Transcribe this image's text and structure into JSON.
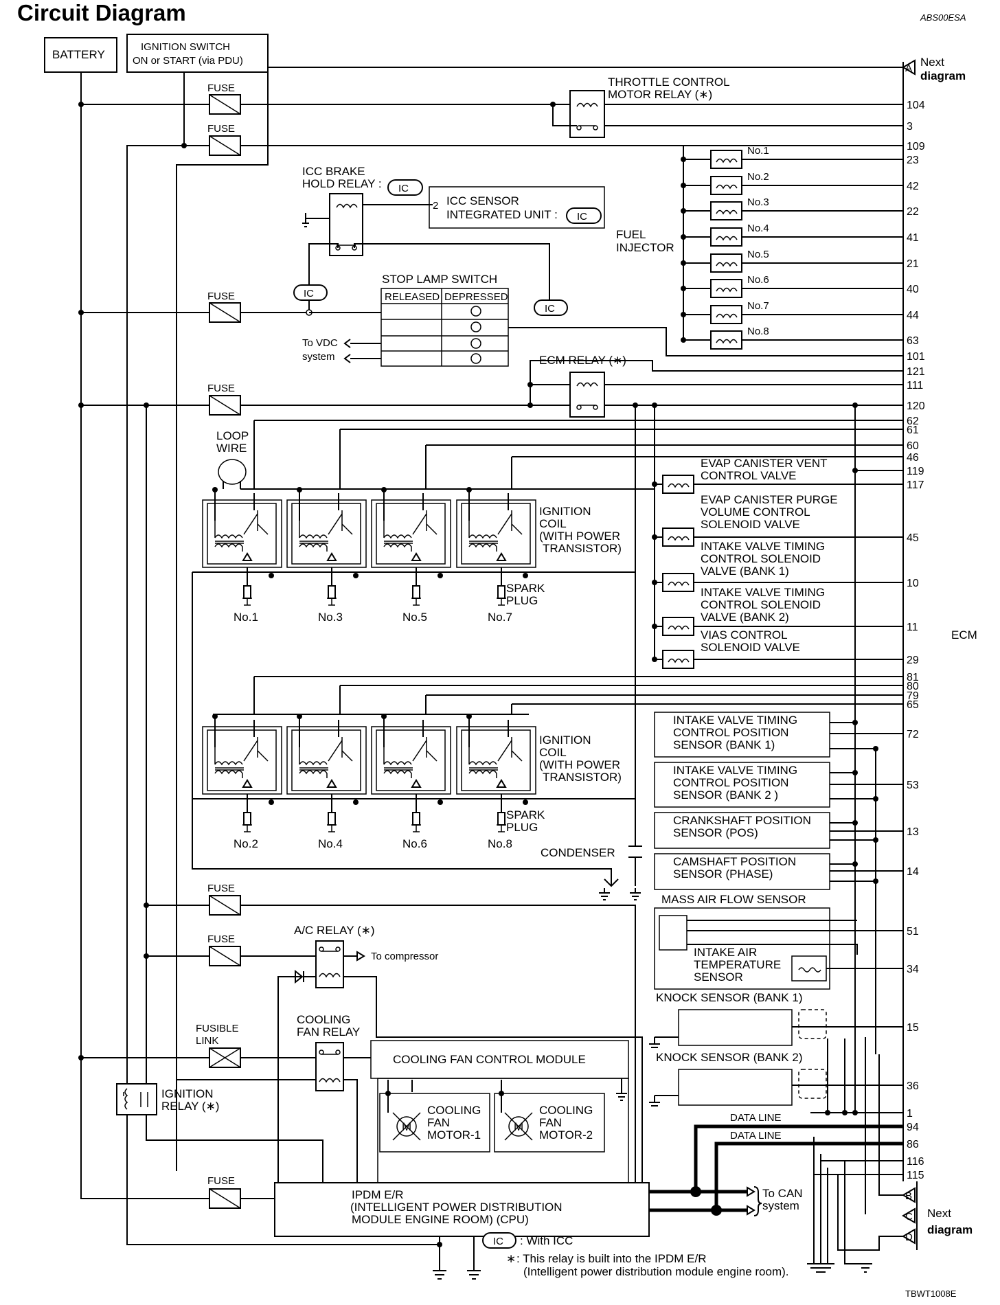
{
  "title": "Circuit Diagram",
  "code_top": "ABS00ESA",
  "code_bottom": "TBWT1008E",
  "sources": {
    "battery": "BATTERY",
    "ignition_line1": "IGNITION SWITCH",
    "ignition_line2": "ON or START (via PDU)"
  },
  "fuse": "FUSE",
  "fusible_link": [
    "FUSIBLE",
    "LINK"
  ],
  "throttle_relay": [
    "THROTTLE CONTROL",
    "MOTOR RELAY (∗)"
  ],
  "icc_brake_relay": [
    "ICC BRAKE",
    "HOLD RELAY :"
  ],
  "icc_sensor": {
    "pin": "2",
    "lines": [
      "ICC SENSOR",
      "INTEGRATED UNIT :"
    ]
  },
  "ic_tag": "IC",
  "stop_lamp": {
    "title": "STOP LAMP SWITCH",
    "col1": "RELEASED",
    "col2": "DEPRESSED"
  },
  "to_vdc": [
    "To VDC",
    "system"
  ],
  "ecm_relay": "ECM RELAY (∗)",
  "fuel_injector": {
    "label": [
      "FUEL",
      "INJECTOR"
    ],
    "items": [
      "No.1",
      "No.2",
      "No.3",
      "No.4",
      "No.5",
      "No.6",
      "No.7",
      "No.8"
    ]
  },
  "loop_wire": [
    "LOOP",
    "WIRE"
  ],
  "ignition_coil": [
    "IGNITION",
    "COIL",
    "(WITH POWER",
    "TRANSISTOR)"
  ],
  "spark_plug": [
    "SPARK",
    "PLUG"
  ],
  "plugs_top": [
    "No.1",
    "No.3",
    "No.5",
    "No.7"
  ],
  "plugs_bottom": [
    "No.2",
    "No.4",
    "No.6",
    "No.8"
  ],
  "condenser": "CONDENSER",
  "valves": {
    "evap_vent": [
      "EVAP CANISTER VENT",
      "CONTROL VALVE"
    ],
    "evap_purge": [
      "EVAP CANISTER PURGE",
      "VOLUME CONTROL",
      "SOLENOID VALVE"
    ],
    "ivt_bank1": [
      "INTAKE VALVE TIMING",
      "CONTROL SOLENOID",
      "VALVE (BANK 1)"
    ],
    "ivt_bank2": [
      "INTAKE VALVE TIMING",
      "CONTROL SOLENOID",
      "VALVE (BANK 2)"
    ],
    "vias": [
      "VIAS CONTROL",
      "SOLENOID VALVE"
    ]
  },
  "sensors": {
    "ivtp_bank1": [
      "INTAKE VALVE TIMING",
      "CONTROL POSITION",
      "SENSOR (BANK 1)"
    ],
    "ivtp_bank2": [
      "INTAKE VALVE TIMING",
      "CONTROL POSITION",
      "SENSOR (BANK 2 )"
    ],
    "crank": [
      "CRANKSHAFT POSITION",
      "SENSOR (POS)"
    ],
    "cam": [
      "CAMSHAFT POSITION",
      "SENSOR (PHASE)"
    ],
    "maf": "MASS AIR FLOW SENSOR",
    "iat": [
      "INTAKE AIR",
      "TEMPERATURE",
      "SENSOR"
    ],
    "knock1": "KNOCK SENSOR (BANK 1)",
    "knock2": "KNOCK SENSOR (BANK 2)"
  },
  "ecm": "ECM",
  "pins": [
    "104",
    "3",
    "109",
    "23",
    "42",
    "22",
    "41",
    "21",
    "40",
    "44",
    "63",
    "101",
    "121",
    "111",
    "120",
    "62",
    "61",
    "60",
    "46",
    "119",
    "117",
    "45",
    "10",
    "11",
    "29",
    "81",
    "80",
    "79",
    "65",
    "72",
    "53",
    "13",
    "14",
    "51",
    "34",
    "15",
    "36",
    "1",
    "94",
    "86",
    "116",
    "115"
  ],
  "next_diagram": [
    "Next",
    "diagram"
  ],
  "connectors": [
    "A",
    "B",
    "C",
    "D"
  ],
  "ac_relay": "A/C RELAY (∗)",
  "to_compressor": "To compressor",
  "cooling_fan_relay": [
    "COOLING",
    "FAN RELAY"
  ],
  "cooling_fan_module": "COOLING FAN CONTROL MODULE",
  "fan_motor_1": [
    "COOLING",
    "FAN",
    "MOTOR-1"
  ],
  "fan_motor_2": [
    "COOLING",
    "FAN",
    "MOTOR-2"
  ],
  "motor_symbol": "M",
  "ignition_relay": [
    "IGNITION",
    "RELAY (∗)"
  ],
  "data_line": "DATA LINE",
  "ipdm": [
    "IPDM E/R",
    "(INTELLIGENT POWER DISTRIBUTION",
    "MODULE ENGINE ROOM) (CPU)"
  ],
  "to_can": [
    "To CAN",
    "system"
  ],
  "legend": {
    "ic_meaning": ": With ICC",
    "star": "∗",
    "star_line1": ": This relay is built into the IPDM E/R",
    "star_line2": "(Intelligent power distribution module engine room)."
  }
}
